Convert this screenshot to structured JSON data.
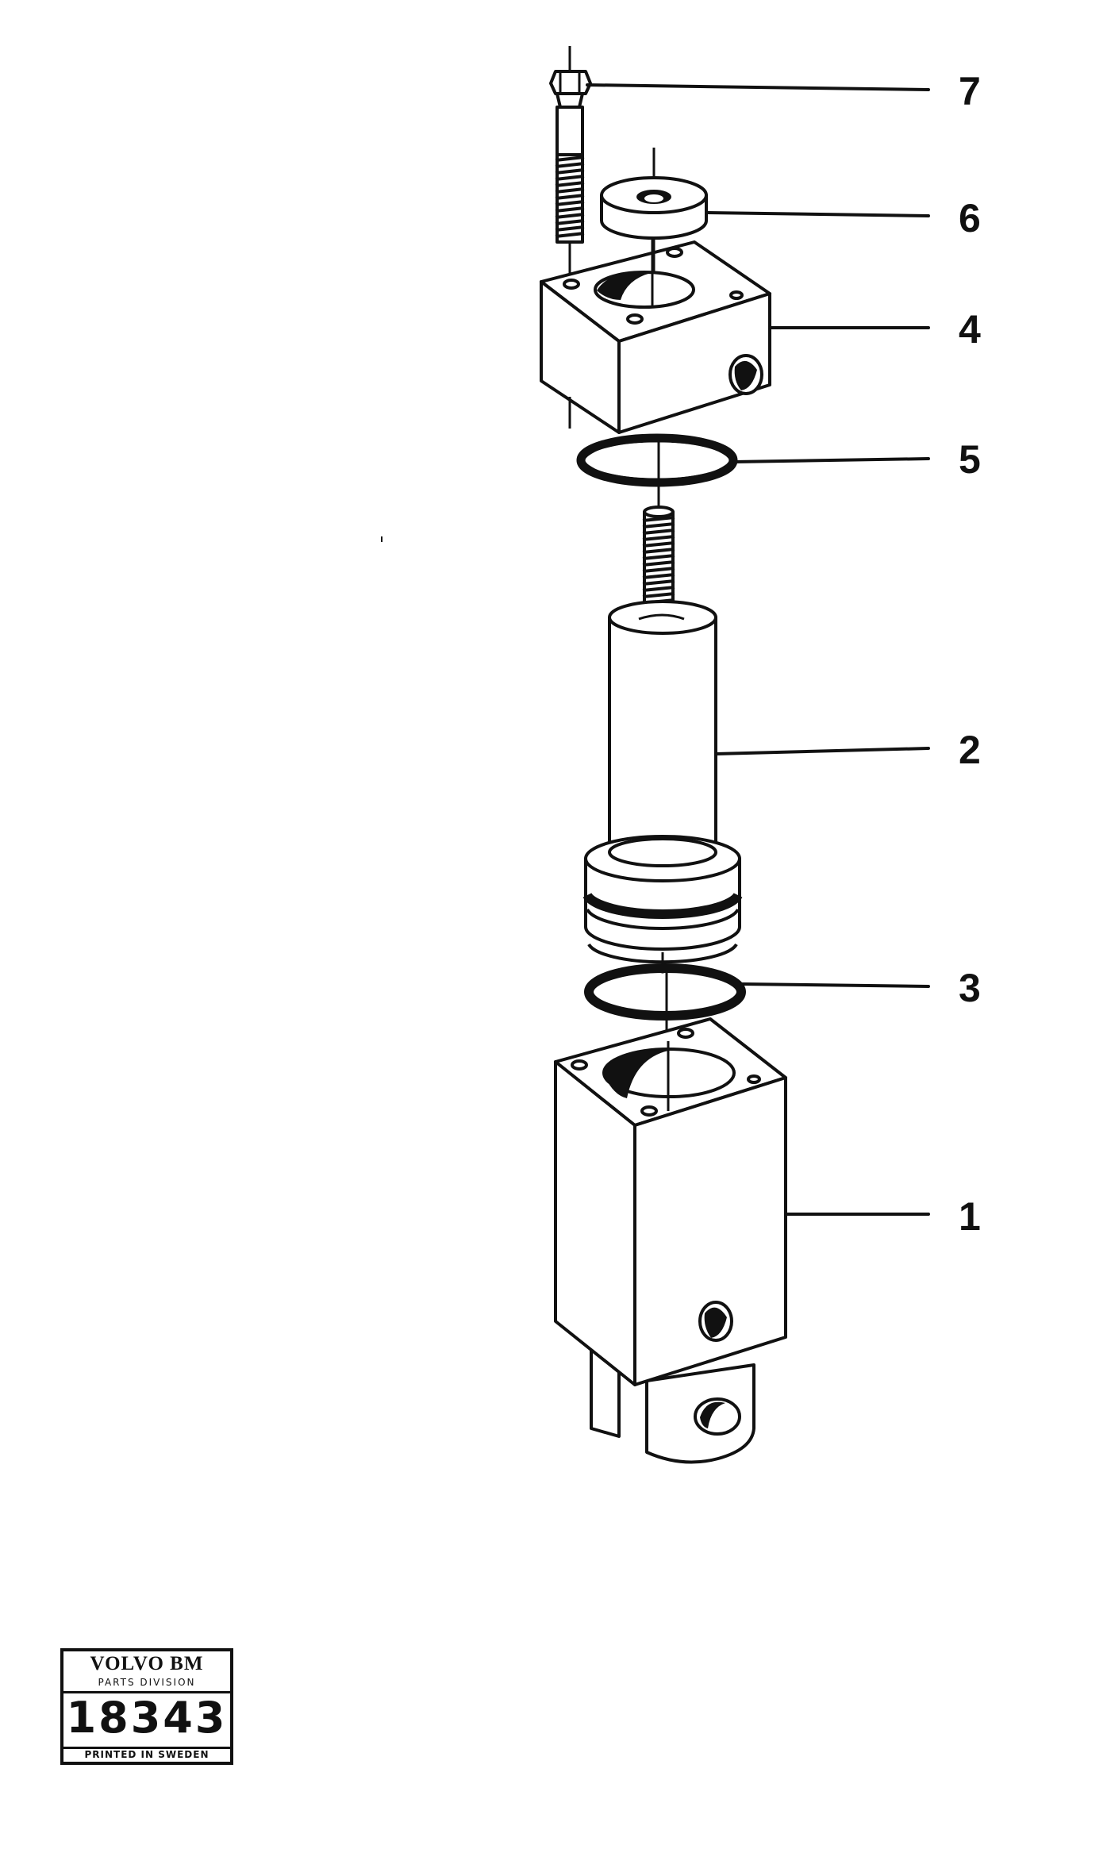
{
  "callouts": {
    "bolt": "7",
    "washer": "6",
    "valve_block": "4",
    "o_ring_upper": "5",
    "piston": "2",
    "o_ring_lower": "3",
    "housing": "1"
  },
  "stamp": {
    "brand": "VOLVO BM",
    "division": "PARTS DIVISION",
    "number": "18343",
    "printed": "PRINTED IN SWEDEN"
  }
}
